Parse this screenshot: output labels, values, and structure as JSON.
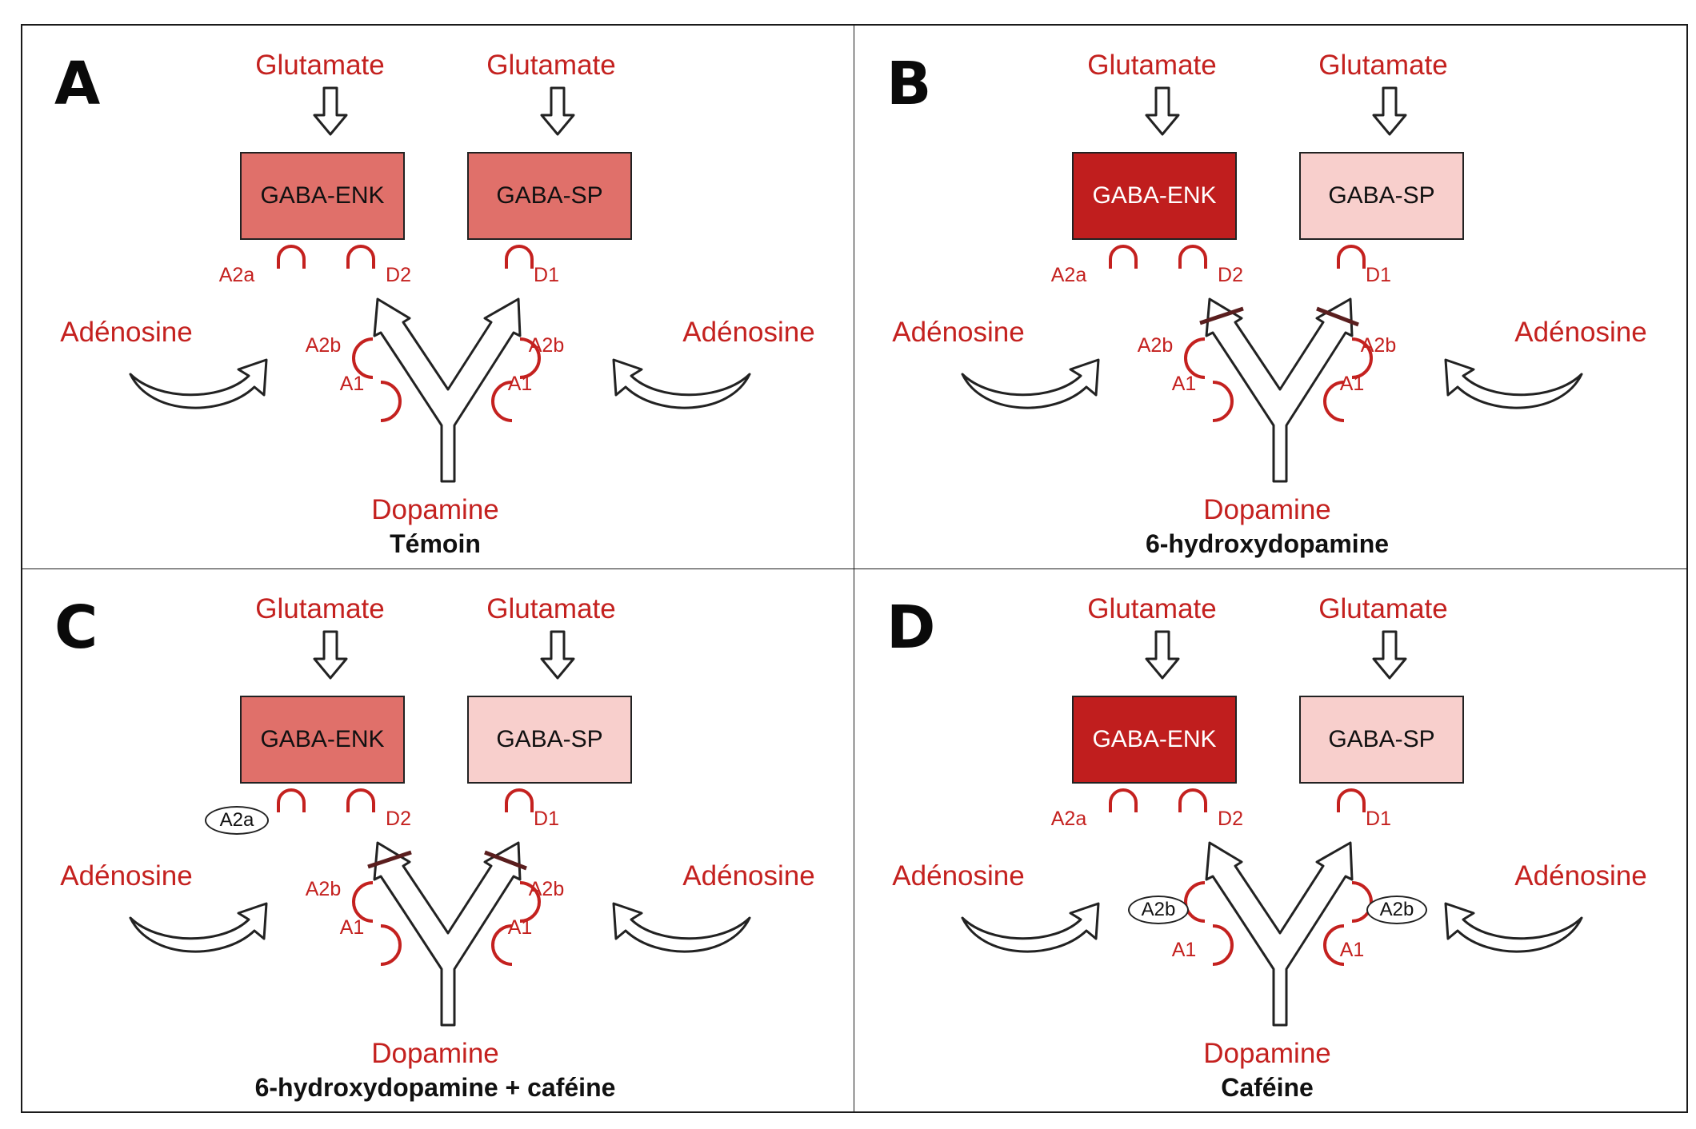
{
  "colors": {
    "accent_red": "#c4211f",
    "level_normal": "#e0706a",
    "level_high": "#c01e1e",
    "level_low": "#f8cfcc",
    "text_dark": "#111111"
  },
  "labels": {
    "glutamate": "Glutamate",
    "adenosine": "Adénosine",
    "dopamine": "Dopamine",
    "enk": "GABA-ENK",
    "sp": "GABA-SP",
    "a2a": "A2a",
    "a2b": "A2b",
    "a1": "A1",
    "d1": "D1",
    "d2": "D2"
  },
  "panels": {
    "a": {
      "letter": "A",
      "caption": "Témoin",
      "enk_level": "normal",
      "sp_level": "normal"
    },
    "b": {
      "letter": "B",
      "caption": "6-hydroxydopamine",
      "enk_level": "high",
      "sp_level": "low",
      "dopamine_blocked": true
    },
    "c": {
      "letter": "C",
      "caption": "6-hydroxydopamine + caféine",
      "enk_level": "normal",
      "sp_level": "low",
      "dopamine_blocked": true,
      "circled_receptors": [
        "A2a"
      ]
    },
    "d": {
      "letter": "D",
      "caption": "Caféine",
      "enk_level": "high",
      "sp_level": "low",
      "circled_receptors": [
        "A2b",
        "A2b"
      ]
    }
  }
}
